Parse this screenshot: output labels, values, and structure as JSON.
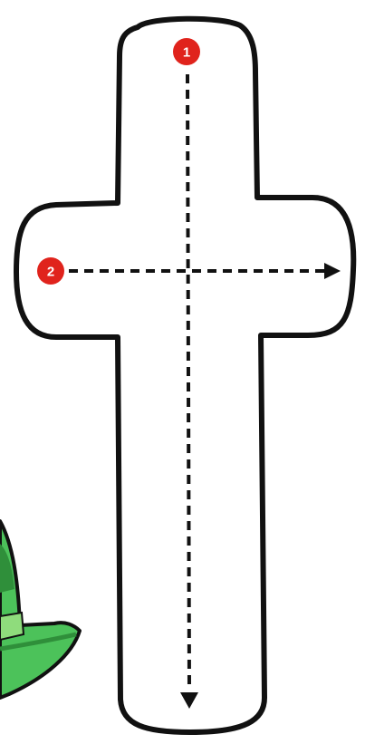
{
  "worksheet": {
    "steps": [
      {
        "number": "1",
        "direction": "top-to-bottom"
      },
      {
        "number": "2",
        "direction": "left-to-right"
      }
    ],
    "colors": {
      "outline": "#111111",
      "fill": "#ffffff",
      "guide_line": "#111111",
      "badge": "#e0231c",
      "badge_text": "#ffffff",
      "hat_dark": "#2f8f3a",
      "hat_light": "#4cc25a",
      "hat_band": "#8fdc7c"
    },
    "icons": {
      "shape": "cross-shape-icon",
      "decoration": "witch-hat-icon"
    }
  }
}
